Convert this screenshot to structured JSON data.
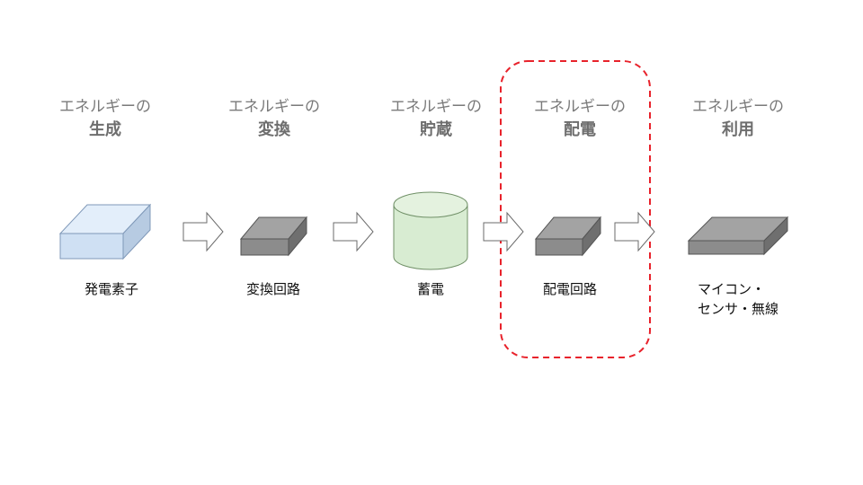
{
  "stages": [
    {
      "line1": "エネルギーの",
      "line2": "生成",
      "caption": "発電素子"
    },
    {
      "line1": "エネルギーの",
      "line2": "変換",
      "caption": "変換回路"
    },
    {
      "line1": "エネルギーの",
      "line2": "貯蔵",
      "caption": "蓄電"
    },
    {
      "line1": "エネルギーの",
      "line2": "配電",
      "caption": "配電回路"
    },
    {
      "line1": "エネルギーの",
      "line2": "利用",
      "caption_line1": "マイコン・",
      "caption_line2": "センサ・無線"
    }
  ],
  "colors": {
    "highlight": "#e8222b",
    "cube_blue": "#cfe0f3",
    "cube_gray": "#8c8c8c",
    "cylinder_green": "#d8ecd2"
  }
}
